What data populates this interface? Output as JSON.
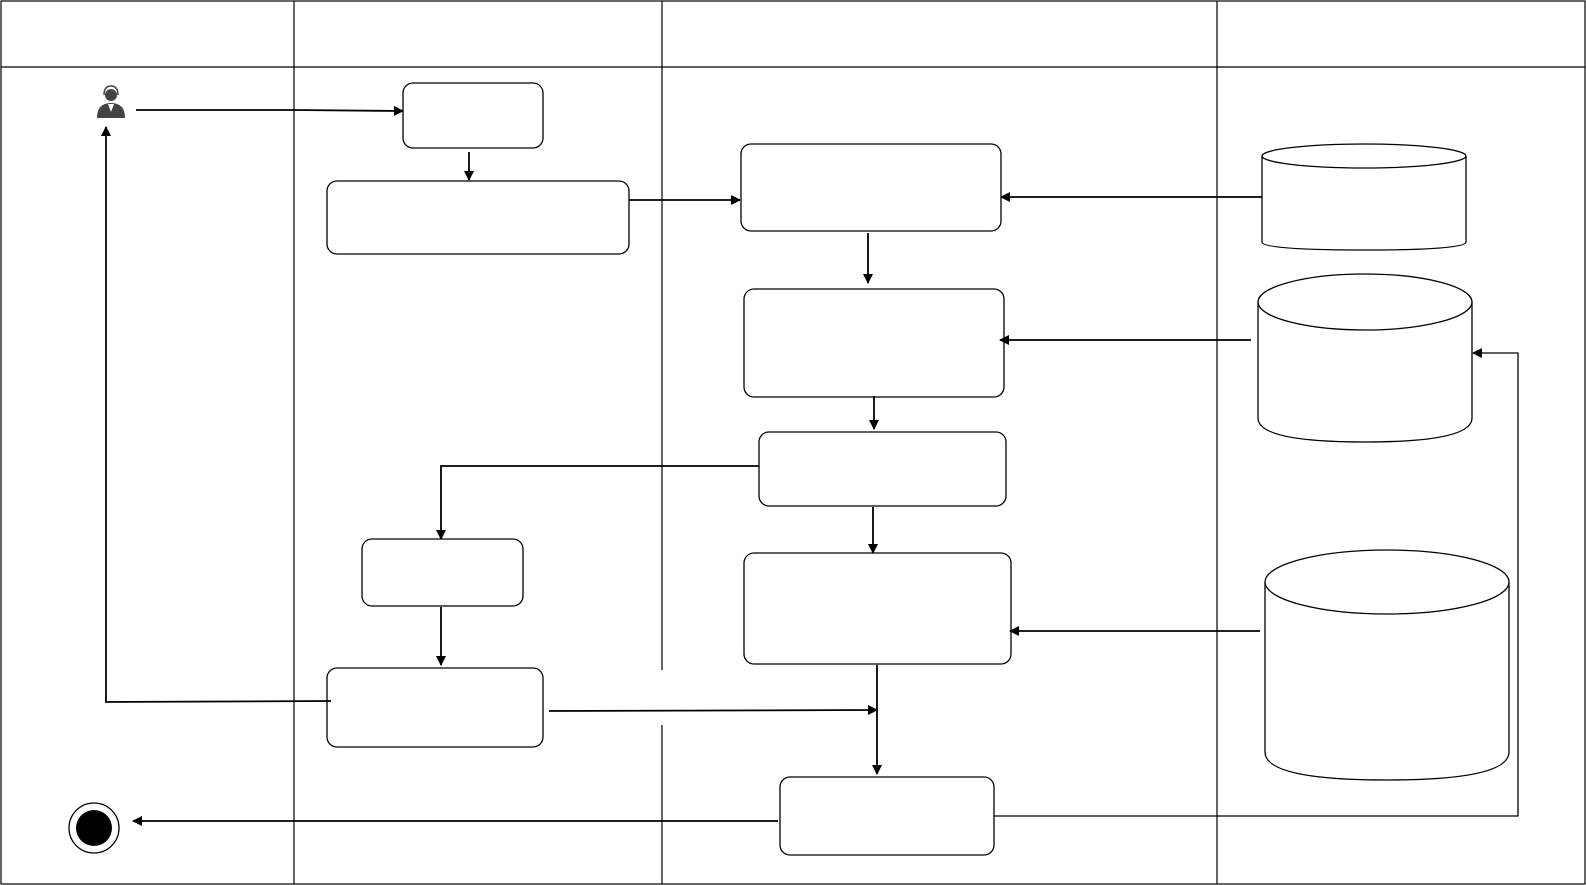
{
  "diagram": {
    "type": "swimlane-activity-diagram",
    "colors": {
      "stroke": "#000000",
      "background": "#ffffff",
      "actor": "#444444"
    },
    "lanes": [
      {
        "id": "lane-1",
        "label": ""
      },
      {
        "id": "lane-2",
        "label": ""
      },
      {
        "id": "lane-3",
        "label": ""
      },
      {
        "id": "lane-4",
        "label": ""
      }
    ],
    "nodes": [
      {
        "id": "start-actor",
        "kind": "actor",
        "icon": "user-icon",
        "label": ""
      },
      {
        "id": "step-a",
        "kind": "process",
        "label": ""
      },
      {
        "id": "step-b",
        "kind": "process",
        "label": ""
      },
      {
        "id": "step-c",
        "kind": "process",
        "label": ""
      },
      {
        "id": "step-d",
        "kind": "process",
        "label": ""
      },
      {
        "id": "step-e",
        "kind": "process",
        "label": ""
      },
      {
        "id": "step-f",
        "kind": "process",
        "label": ""
      },
      {
        "id": "step-g",
        "kind": "process",
        "label": ""
      },
      {
        "id": "step-h",
        "kind": "process",
        "label": ""
      },
      {
        "id": "step-i",
        "kind": "process",
        "label": ""
      },
      {
        "id": "db-1",
        "kind": "database",
        "label": ""
      },
      {
        "id": "db-2",
        "kind": "database",
        "label": ""
      },
      {
        "id": "db-3",
        "kind": "database",
        "label": ""
      },
      {
        "id": "end-node",
        "kind": "final",
        "label": ""
      }
    ],
    "edges": [
      {
        "from": "start-actor",
        "to": "step-a"
      },
      {
        "from": "step-a",
        "to": "step-b"
      },
      {
        "from": "step-b",
        "to": "step-c"
      },
      {
        "from": "db-1",
        "to": "step-c"
      },
      {
        "from": "step-c",
        "to": "step-d"
      },
      {
        "from": "db-2",
        "to": "step-d"
      },
      {
        "from": "step-d",
        "to": "step-e"
      },
      {
        "from": "step-e",
        "to": "step-f"
      },
      {
        "from": "step-e",
        "to": "step-g"
      },
      {
        "from": "db-3",
        "to": "step-g"
      },
      {
        "from": "step-f",
        "to": "step-h"
      },
      {
        "from": "step-h",
        "to": "step-i"
      },
      {
        "from": "step-g",
        "to": "step-i"
      },
      {
        "from": "step-h",
        "to": "start-actor"
      },
      {
        "from": "step-i",
        "to": "end-node"
      },
      {
        "from": "step-i",
        "to": "db-2"
      }
    ]
  }
}
